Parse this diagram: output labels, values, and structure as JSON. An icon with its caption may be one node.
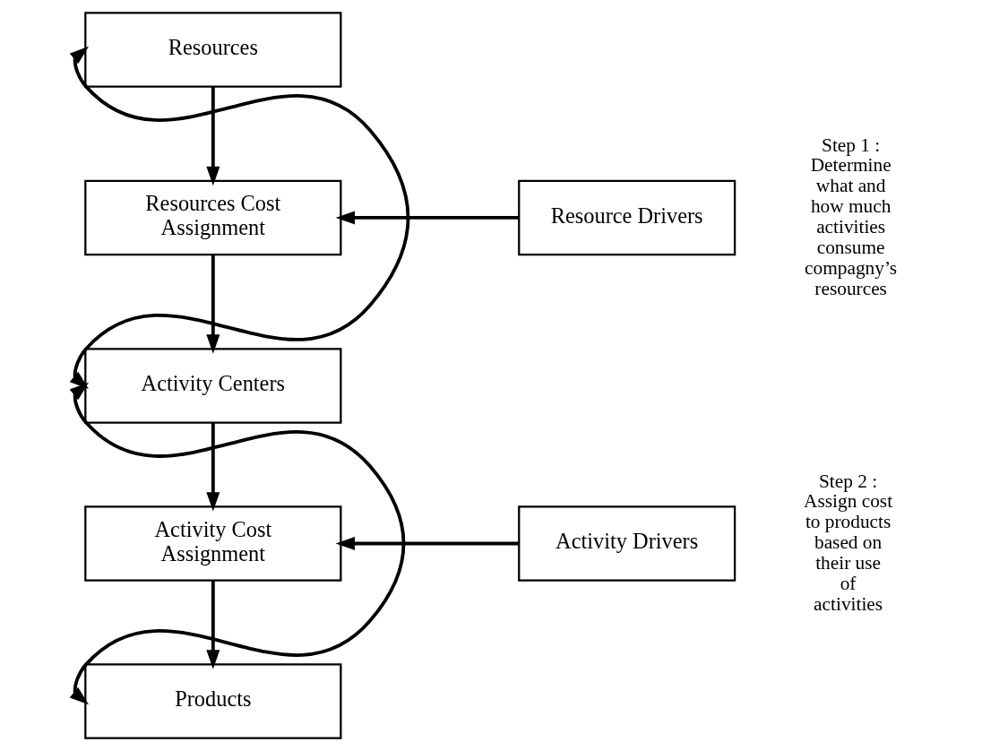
{
  "diagram": {
    "nodes": [
      {
        "text": [
          "Resources"
        ]
      },
      {
        "text": [
          "Resources Cost Assignment"
        ]
      },
      {
        "text": [
          "Resource Drivers"
        ]
      },
      {
        "text": [
          "Activity Centers"
        ]
      },
      {
        "text": [
          "Activity Cost Assignment"
        ]
      },
      {
        "text": [
          "Activity Drivers"
        ]
      },
      {
        "text": [
          "Products"
        ]
      }
    ],
    "edges": [
      {
        "from": 0,
        "to": 1,
        "arrow": "to"
      },
      {
        "from": 2,
        "to": 1,
        "arrow": "to"
      },
      {
        "from": 1,
        "to": 3,
        "arrow": "to"
      },
      {
        "from": 3,
        "to": 4,
        "arrow": "to"
      },
      {
        "from": 5,
        "to": 4,
        "arrow": "to"
      },
      {
        "from": 4,
        "to": 6,
        "arrow": "to"
      },
      {
        "from": 0,
        "to": 3,
        "arrow": "both"
      },
      {
        "from": 3,
        "to": 6,
        "arrow": "both"
      }
    ],
    "labels": [
      "Step 1 : Determine what and how much activities consume compagny’s resources",
      "Step 2 : Assign cost to products based on their use of activities"
    ]
  }
}
